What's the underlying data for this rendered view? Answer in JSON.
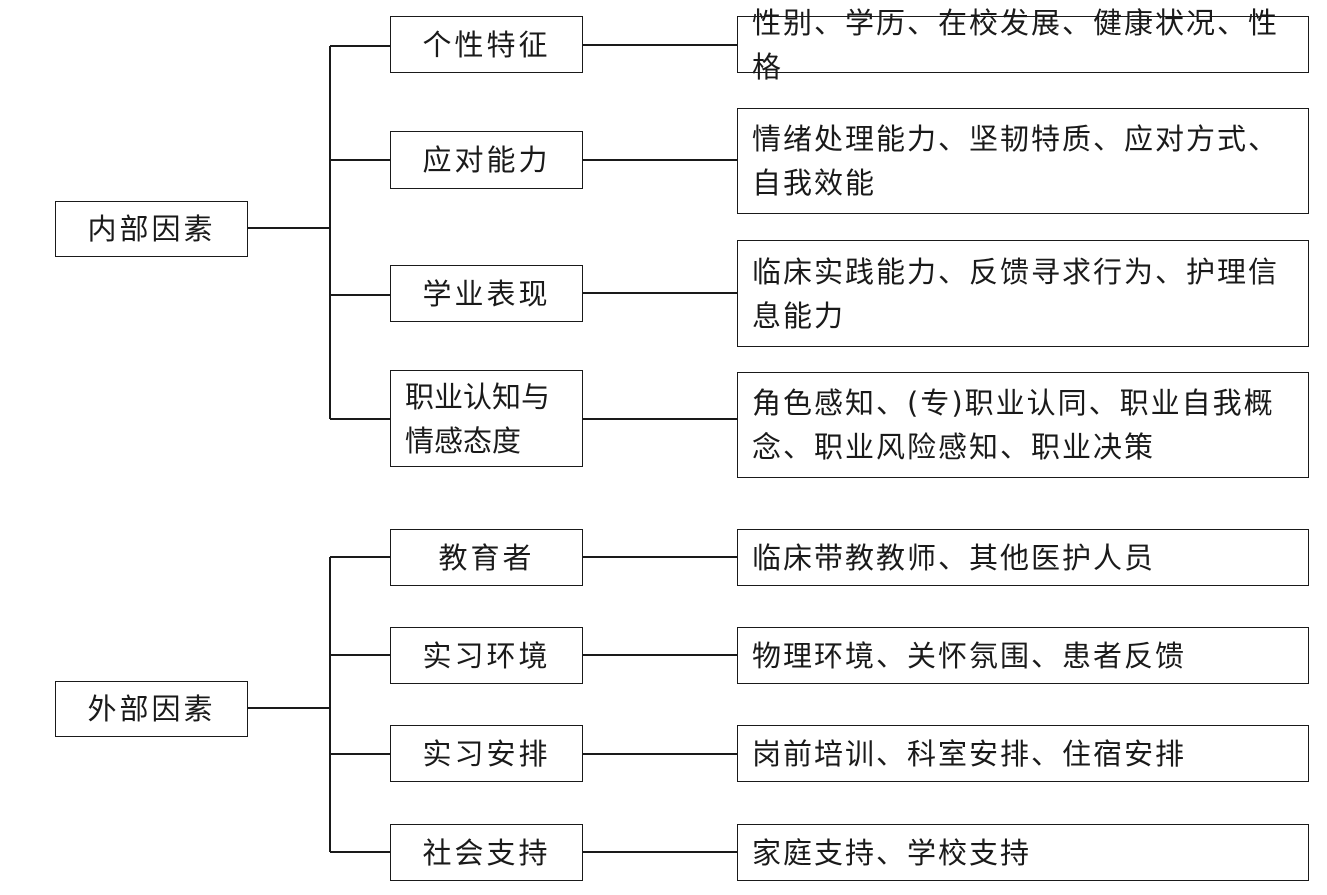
{
  "groups": [
    {
      "root": "内部因素",
      "categories": [
        {
          "label": "个性特征",
          "detail": "性别、学历、在校发展、健康状况、性格"
        },
        {
          "label": "应对能力",
          "detail": "情绪处理能力、坚韧特质、应对方式、自我效能"
        },
        {
          "label": "学业表现",
          "detail": "临床实践能力、反馈寻求行为、护理信息能力"
        },
        {
          "label": "职业认知与情感态度",
          "detail": "角色感知、(专)职业认同、职业自我概念、职业风险感知、职业决策"
        }
      ]
    },
    {
      "root": "外部因素",
      "categories": [
        {
          "label": "教育者",
          "detail": "临床带教教师、其他医护人员"
        },
        {
          "label": "实习环境",
          "detail": "物理环境、关怀氛围、患者反馈"
        },
        {
          "label": "实习安排",
          "detail": "岗前培训、科室安排、住宿安排"
        },
        {
          "label": "社会支持",
          "detail": "家庭支持、学校支持"
        }
      ]
    }
  ]
}
